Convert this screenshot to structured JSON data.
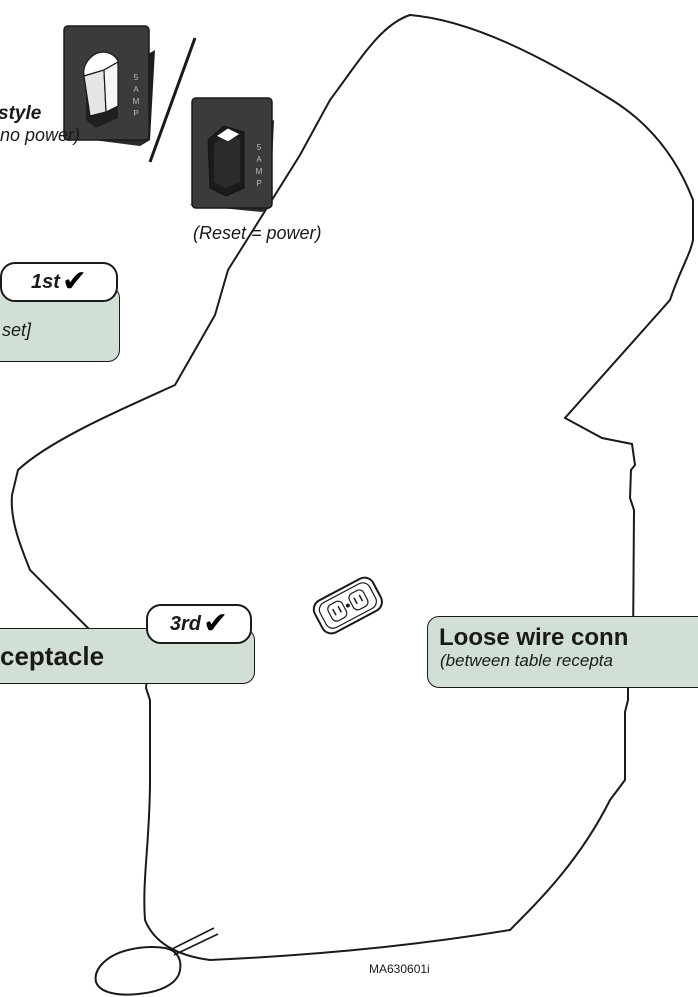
{
  "switch_title": "style",
  "switch_trip_caption": "no power)",
  "switch_reset_caption": "(Reset = power)",
  "switch_amp_rating": "5 AMP",
  "callout_1": {
    "badge": "1st",
    "text": "set]"
  },
  "callout_3": {
    "badge": "3rd",
    "text": "ceptacle"
  },
  "callout_loose": {
    "title": "Loose wire conn",
    "subtitle": "(between table recepta"
  },
  "figure_id": "MA630601i",
  "icons": [
    "checkmark-icon"
  ],
  "colors": {
    "callout_fill": "#d2dfd4",
    "switch_body": "#3b3b3b",
    "outline": "#1a1a1a"
  }
}
